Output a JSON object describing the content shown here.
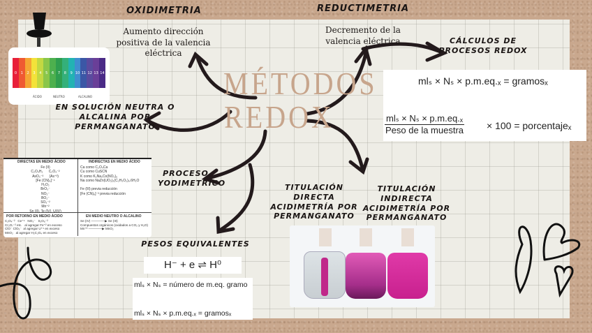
{
  "center_title": {
    "line1": "MÉTODOS",
    "line2": "REDOX"
  },
  "colors": {
    "kraft": "#c9a88e",
    "paper": "#eeede6",
    "title": "#c7a58c",
    "ink": "#1a1514",
    "permanganate": "#d0208f"
  },
  "nodes": {
    "oxidimetria": {
      "title": "OXIDIMETRIA",
      "desc": "Aumento dirección positiva de la valencia eléctrica"
    },
    "reductimetria": {
      "title": "REDUCTIMETRIA",
      "desc": "Decremento de la valencia eléctrica"
    },
    "calculos": {
      "title": "CÁLCULOS DE PROCESOS REDOX"
    },
    "neutra": {
      "title": "EN SOLUCIÓN NEUTRA O ALCALINA POR PERMANGANATO"
    },
    "yodimetrico": {
      "title": "PROCESO YODIMETRICO"
    },
    "pesos": {
      "title": "PESOS EQUIVALENTES"
    },
    "directa": {
      "title": "TITULACIÓN DIRECTA ACIDIMETRÍA POR PERMANGANATO"
    },
    "indirecta": {
      "title": "TITULACIÓN INDIRECTA ACIDIMETRÍA POR PERMANGANATO"
    }
  },
  "equations": {
    "calc1": "mlₛ × Nₛ × p.m.eq.ₓ = gramosₓ",
    "calc2_num": "mlₛ × Nₛ ×  p.m.eq.ₓ",
    "calc2_den": "Peso de la muestra",
    "calc2_rest": "× 100 = porcentajeₓ",
    "pesos_reaction": "H⁻ + e ⇌ H⁰",
    "pesos1": "mlₛ × Nₛ = número de m.eq. gramo",
    "pesos2": "mlₛ × Nₛ × p.m.eq.ₓ = gramosₓ"
  },
  "ph_scale": {
    "values": [
      "0",
      "1",
      "2",
      "3",
      "4",
      "5",
      "6",
      "7",
      "8",
      "9",
      "10",
      "11",
      "12",
      "13",
      "14"
    ],
    "colors": [
      "#e8203a",
      "#ef5a32",
      "#f5a533",
      "#f3e23a",
      "#c3d842",
      "#8ac64a",
      "#4db04e",
      "#2f9e4f",
      "#34b07a",
      "#22b3b3",
      "#3f8fcf",
      "#3b57a6",
      "#5a4b9e",
      "#6a3f98",
      "#4a2a86"
    ],
    "labels": [
      "ÁCIDO",
      "NEUTRO",
      "ALCALINO"
    ]
  },
  "table": {
    "h1": "DIRECTAS EN MEDIO ÁCIDO",
    "h2": "INDIRECTAS EN MEDIO ÁCIDO",
    "c1": "Fe (II)\nC₂O₄H₂      C₂O₄⁻²\nAsO₃⁻³      (As⁺³)\n[Fe (CN)₆]⁻⁴\nH₂O₂\nBrO₃⁻\nNO₂⁻\nBO₂⁻\nSO₃⁻²\nMn⁺²\nSn (II), Te (IV), U(IV)",
    "c2": "Ca como C₂O₄Ca\nCu como CuSCN\nK como K₂Na₂Co(NO₂)₆\nNa como NaZn(UO₂)₃(C₂H₃O₂)₉.6H₂O\n\nFe (III) previa reducción\n[Fe (CN)₆]⁻³ previa reducción",
    "h3": "POR RETORNO EN MEDIO ÁCIDO",
    "h4": "EN MEDIO NEUTRO O ALCALINO",
    "c3": "C₂O₄⁻²   Ce⁺⁴   NO₃⁻   S₂O₈⁻²\nCr₂O₇⁻² etc.   al agregar Fe⁺² en exceso\nClO⁻ ClO₃⁻  al agregar U⁺⁴ en exceso\nMnO₂   al agregar H₂C₂O₄ en exceso",
    "c4": "Se (IV) ──────▶ Se (III)\nCompuestos orgánicos (oxidados a CO₂ y H₂O)\nMn⁺² ──────▶ MnO₂"
  }
}
